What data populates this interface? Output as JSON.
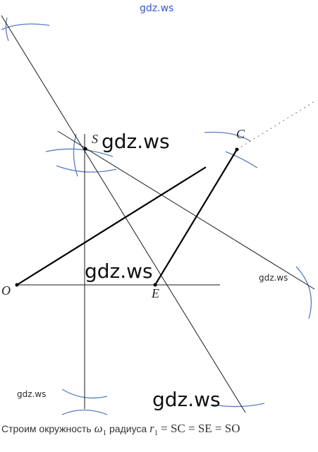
{
  "points": {
    "S": "S",
    "C": "C",
    "O": "O",
    "E": "E"
  },
  "watermarks": {
    "top": "gdz.ws",
    "big_s": "gdz.ws",
    "big_mid": "gdz.ws",
    "big_bottom": "gdz.ws",
    "small_right": "gdz.ws",
    "small_left": "gdz.ws"
  },
  "caption": {
    "text_before": "Строим окружность",
    "omega": "ω",
    "omega_sub": "1",
    "text_mid": "радиуса",
    "r": "r",
    "r_sub": "1",
    "formula": "= SC = SE = SO"
  },
  "colors": {
    "line": "#1a1a1a",
    "thick_line": "#000000",
    "arc": "#5b7bbf",
    "dotted": "#888888"
  }
}
